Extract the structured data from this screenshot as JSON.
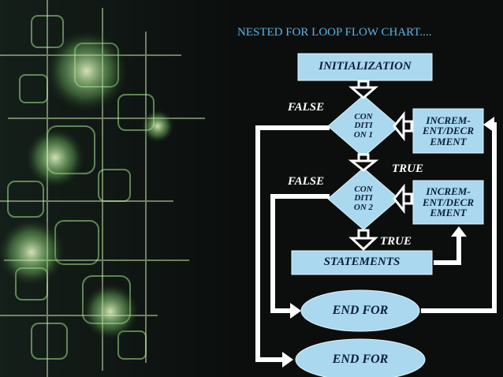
{
  "title": "NESTED FOR LOOP FLOW CHART....",
  "nodes": {
    "init": "INITIALIZATION",
    "cond1": "CON\nDITI\nON 1",
    "cond2": "CON\nDITI\nON 2",
    "incr1": "INCREM-\nENT/DECR\nEMENT",
    "incr2": "INCREM-\nENT/DECR\nEMENT",
    "statements": "STATEMENTS",
    "endfor1": "END FOR",
    "endfor2": "END FOR"
  },
  "edge_labels": {
    "false1": "FALSE",
    "false2": "FALSE",
    "true1": "TRUE",
    "true2": "TRUE"
  },
  "colors": {
    "background": "#0b0e0d",
    "title": "#5ab4e6",
    "shape_fill": "#a9d8ef",
    "shape_text": "#0b1f3a",
    "connector": "#ffffff"
  }
}
